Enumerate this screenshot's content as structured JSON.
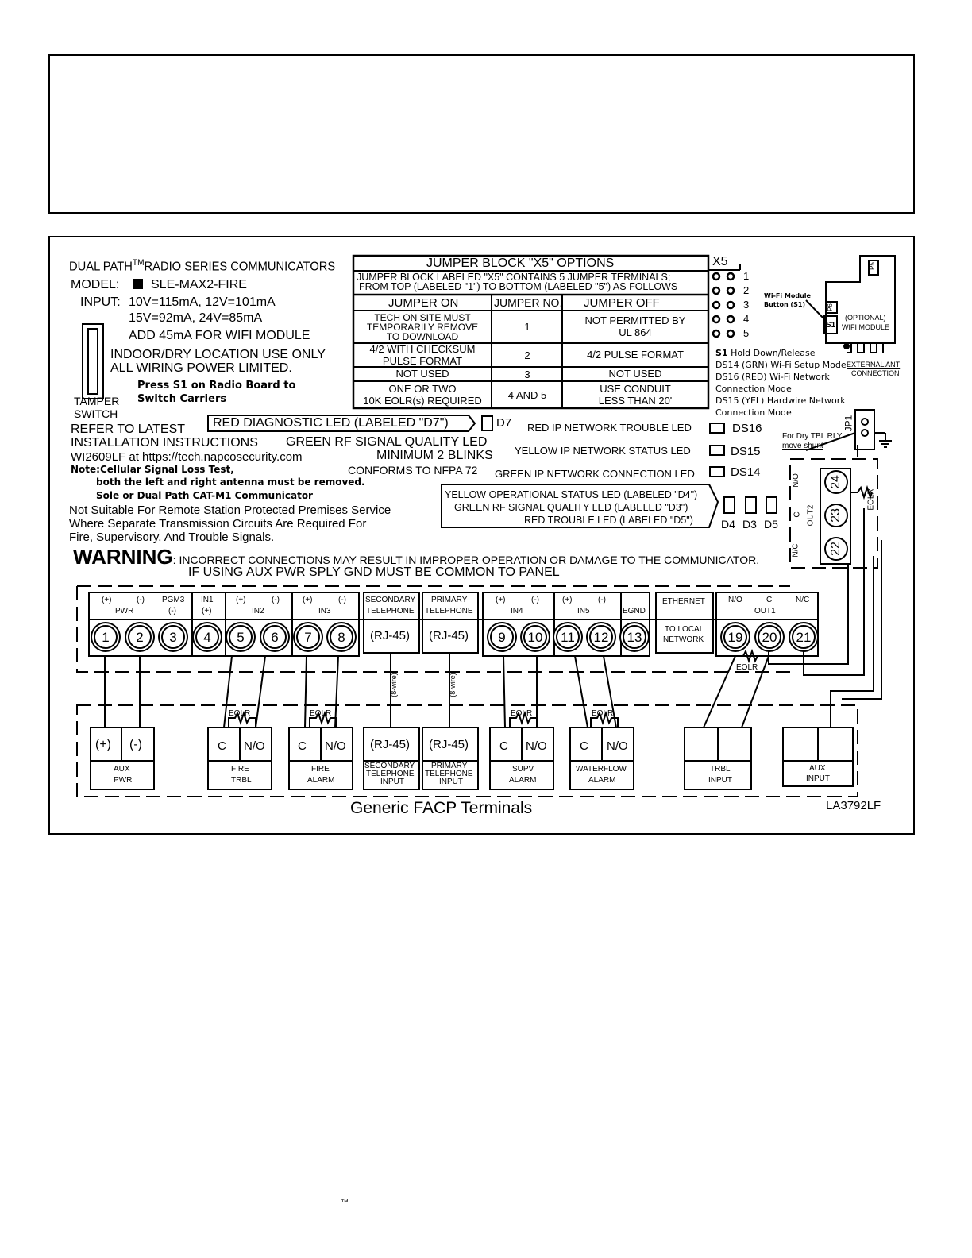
{
  "label": {
    "title": "DUAL PATH",
    "tm": "TM",
    "series": "RADIO SERIES COMMUNICATORS",
    "model_label": "MODEL:",
    "model": "SLE-MAX2-FIRE",
    "input_label": "INPUT:",
    "input_line1": "10V=115mA, 12V=101mA",
    "input_line2": "15V=92mA, 24V=85mA",
    "wifi_add": "ADD 45mA FOR WIFI MODULE",
    "indoor1": "INDOOR/DRY LOCATION USE ONLY",
    "indoor2": "ALL WIRING POWER LIMITED.",
    "press1": "Press S1 on Radio Board to",
    "press2": "Switch Carriers",
    "tamper1": "TAMPER",
    "tamper2": "SWITCH",
    "refer1": "REFER TO LATEST",
    "refer2": "INSTALLATION INSTRUCTIONS",
    "refer3": "WI2609LF at https://tech.napcosecurity.com",
    "note1": "Note:Cellular Signal Loss Test,",
    "note2": "both the left and right antenna must be removed.",
    "note3": "Sole or Dual Path CAT-M1 Communicator",
    "notsuit1": "Not Suitable For Remote Station Protected Premises Service",
    "notsuit2": "Where Separate Transmission Circuits Are Required For",
    "notsuit3": "Fire, Supervisory, And Trouble Signals.",
    "warning": "WARNING",
    "warning_text": ": INCORRECT CONNECTIONS MAY RESULT IN IMPROPER OPERATION OR DAMAGE TO THE COMMUNICATOR.",
    "warning_text2": "IF USING AUX PWR SPLY GND MUST BE COMMON TO PANEL",
    "facp_title": "Generic FACP Terminals",
    "part_no": "LA3792LF",
    "footer_tm": "™"
  },
  "jumper_table": {
    "title": "JUMPER BLOCK \"X5\" OPTIONS",
    "intro1": "JUMPER BLOCK LABELED \"X5\" CONTAINS 5 JUMPER TERMINALS;",
    "intro2": "FROM TOP (LABELED \"1\") TO BOTTOM (LABELED \"5\") AS FOLLOWS",
    "headers": [
      "JUMPER ON",
      "JUMPER NO.",
      "JUMPER OFF"
    ],
    "rows": [
      {
        "on": [
          "TECH ON SITE MUST",
          "TEMPORARILY REMOVE",
          "TO DOWNLOAD"
        ],
        "no": "1",
        "off": [
          "NOT PERMITTED BY",
          "UL 864"
        ]
      },
      {
        "on": [
          "4/2 WITH CHECKSUM",
          "PULSE FORMAT"
        ],
        "no": "2",
        "off": [
          "4/2 PULSE FORMAT"
        ]
      },
      {
        "on": [
          "NOT USED"
        ],
        "no": "3",
        "off": [
          "NOT USED"
        ]
      },
      {
        "on": [
          "ONE OR TWO",
          "10K EOLR(s) REQUIRED"
        ],
        "no": "4 AND 5",
        "off": [
          "USE CONDUIT",
          "LESS THAN 20'"
        ]
      }
    ],
    "x5_label": "X5",
    "x5_pins": [
      "1",
      "2",
      "3",
      "4",
      "5"
    ]
  },
  "wifi": {
    "button_label1": "Wi-Fi Module",
    "button_label2": "Button (S1)",
    "p5": "P5",
    "p6": "P6",
    "s1": "S1",
    "optional1": "(OPTIONAL)",
    "optional2": "WIFI MODULE",
    "ext1": "EXTERNAL ANT",
    "ext2": "CONNECTION",
    "s1_hold": "S1",
    "s1_hold_text": " Hold Down/Release",
    "ds14": "DS14 (GRN) Wi-Fi Setup Mode",
    "ds16a": "DS16 (RED) Wi-Fi Network",
    "ds16b": "Connection Mode",
    "ds15a": "DS15 (YEL) Hardwire Network",
    "ds15b": "Connection Mode",
    "jp1": "JP1",
    "dry1": "For Dry TBL RLY",
    "dry2": "move shunt"
  },
  "leds": {
    "red_diag": "RED DIAGNOSTIC LED (LABELED \"D7\")",
    "d7": "D7",
    "green_rf": "GREEN RF SIGNAL QUALITY LED",
    "min_blinks": "MINIMUM 2 BLINKS",
    "nfpa": "CONFORMS TO NFPA 72",
    "red_ip": "RED IP NETWORK TROUBLE LED",
    "yellow_ip": "YELLOW IP NETWORK STATUS LED",
    "green_ip": "GREEN IP NETWORK CONNECTION LED",
    "ds16": "DS16",
    "ds15": "DS15",
    "ds14": "DS14",
    "yellow_op": "YELLOW OPERATIONAL STATUS LED (LABELED \"D4\")",
    "green_rf2": "GREEN RF SIGNAL QUALITY LED (LABELED \"D3\")",
    "red_trbl": "RED TROUBLE LED (LABELED \"D5\")",
    "d4": "D4",
    "d3": "D3",
    "d5": "D5"
  },
  "out2": {
    "label": "OUT2",
    "no": "N/O",
    "c": "C",
    "nc": "N/C",
    "terms": [
      "24",
      "23",
      "22"
    ],
    "eolr": "EOLR"
  },
  "terminals": {
    "groups": [
      {
        "top": [
          "(+)",
          "(-)"
        ],
        "name": "PWR"
      },
      {
        "top": [
          "PGM3"
        ],
        "name": "(-)"
      },
      {
        "top": [
          "IN1"
        ],
        "name": "(+)"
      },
      {
        "top": [
          "(+)",
          "(-)"
        ],
        "name": "IN2"
      },
      {
        "top": [
          "(+)",
          "(-)"
        ],
        "name": "IN3"
      },
      {
        "top": [
          "SECONDARY"
        ],
        "name": "TELEPHONE"
      },
      {
        "top": [
          "PRIMARY"
        ],
        "name": "TELEPHONE"
      },
      {
        "top": [
          "(+)",
          "(-)"
        ],
        "name": "IN4"
      },
      {
        "top": [
          "(+)",
          "(-)"
        ],
        "name": "IN5"
      },
      {
        "top": [],
        "name": "EGND"
      },
      {
        "top": [],
        "name": "ETHERNET"
      },
      {
        "top": [
          "N/O",
          "C",
          "N/C"
        ],
        "name": "OUT1"
      }
    ],
    "nums": [
      "1",
      "2",
      "3",
      "4",
      "5",
      "6",
      "7",
      "8",
      "9",
      "10",
      "11",
      "12",
      "13",
      "19",
      "20",
      "21"
    ],
    "rj45": "(RJ-45)",
    "to_local1": "TO LOCAL",
    "to_local2": "NETWORK",
    "eolr": "EOLR",
    "eight_wire": "(8-wire)"
  },
  "facp": {
    "aux_plus": "(+)",
    "aux_minus": "(-)",
    "aux1": "AUX",
    "aux2": "PWR",
    "c": "C",
    "no": "N/O",
    "eolr": "EOLR",
    "fire_trbl": [
      "FIRE",
      "TRBL"
    ],
    "fire_alarm": [
      "FIRE",
      "ALARM"
    ],
    "sec_tel": [
      "SECONDARY",
      "TELEPHONE",
      "INPUT"
    ],
    "pri_tel": [
      "PRIMARY",
      "TELEPHONE",
      "INPUT"
    ],
    "supv": [
      "SUPV",
      "ALARM"
    ],
    "waterflow": [
      "WATERFLOW",
      "ALARM"
    ],
    "trbl_input": [
      "TRBL",
      "INPUT"
    ],
    "aux_input": [
      "AUX",
      "INPUT"
    ],
    "rj45": "(RJ-45)"
  }
}
